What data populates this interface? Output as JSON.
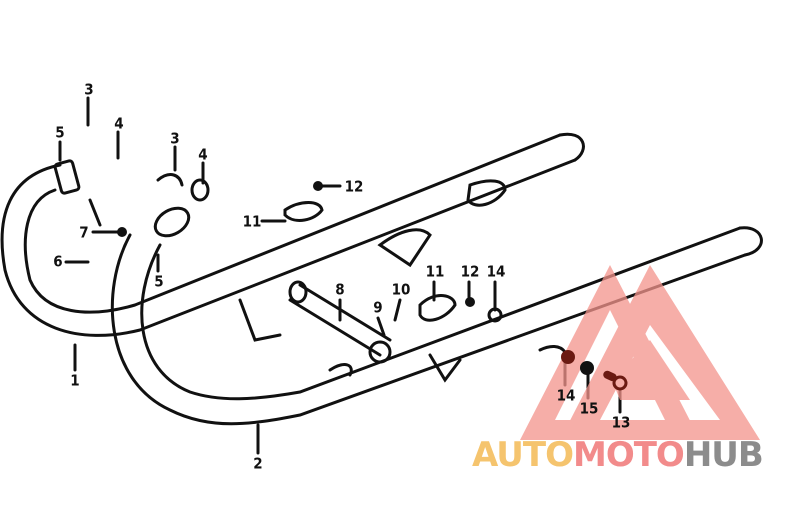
{
  "diagram": {
    "callouts": [
      "3",
      "5",
      "4",
      "3",
      "4",
      "12",
      "11",
      "7",
      "6",
      "5",
      "8",
      "9",
      "10",
      "11",
      "12",
      "14",
      "1",
      "2",
      "14",
      "15",
      "13"
    ]
  },
  "watermark": {
    "parts": [
      "AUTO",
      "MOTO",
      "HUB"
    ],
    "colors": {
      "auto": "#f5c46e",
      "moto": "#f28b8b",
      "hub": "#8c8c8c",
      "logo": "#f4948c"
    }
  }
}
